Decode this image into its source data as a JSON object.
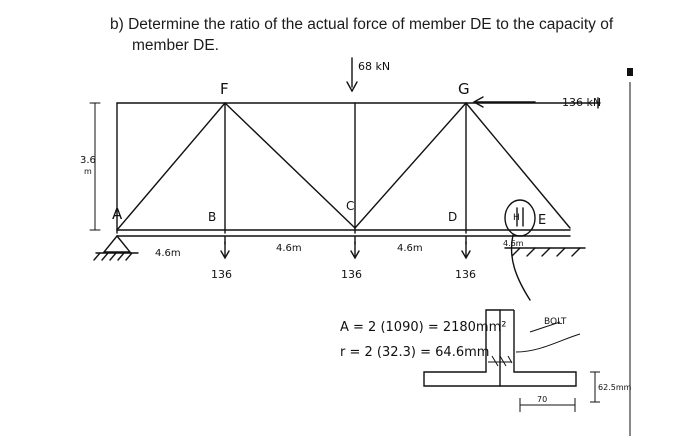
{
  "question": {
    "line1": "b) Determine the ratio of the actual force of member DE to the capacity of",
    "line2": "member DE."
  },
  "truss": {
    "nodes": {
      "A": "A",
      "B": "B",
      "C": "C",
      "D": "D",
      "E": "E",
      "F": "F",
      "G": "G",
      "H": "H"
    },
    "top_load": "68 kN",
    "horizontal_load": "136 kN",
    "bottom_loads": [
      "136",
      "136",
      "136"
    ],
    "height": "3.6",
    "height_unit": "m",
    "panels": [
      "4.6m",
      "4.6m",
      "4.6m"
    ],
    "pin_note": "4.6m"
  },
  "section": {
    "area": "A = 2 (1090) = 2180mm²",
    "radius": "r = 2 (32.3) = 64.6mm",
    "bolt": "BOLT",
    "leg": "62.5mm",
    "gap": "70"
  }
}
